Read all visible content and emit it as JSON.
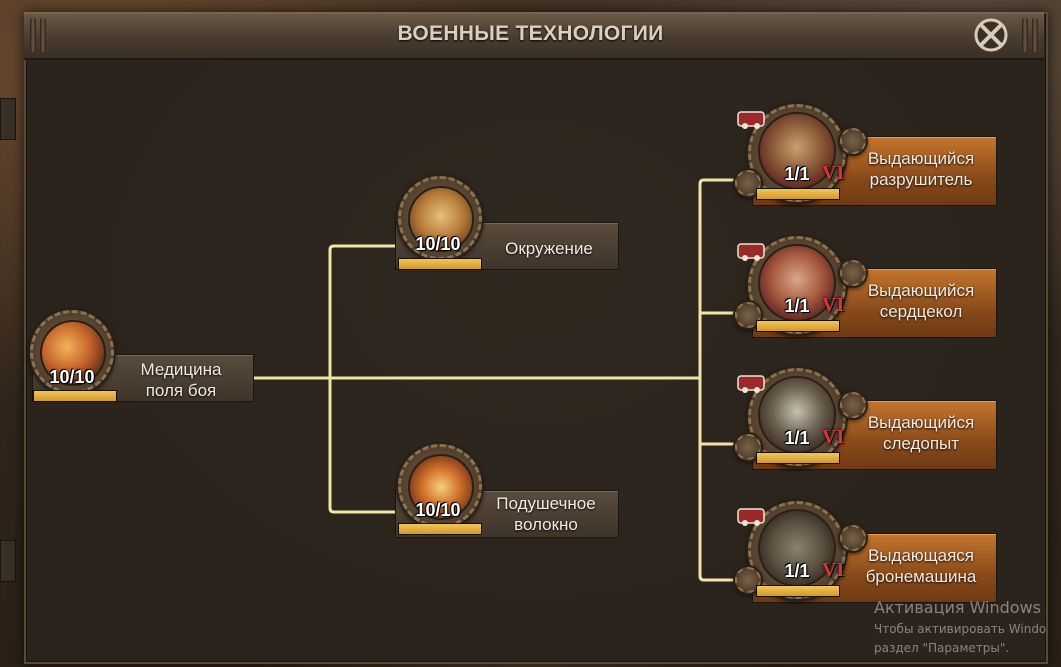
{
  "header": {
    "title": "ВОЕННЫЕ ТЕХНОЛОГИИ"
  },
  "colors": {
    "connector": "#f2e4a6",
    "progress_fill": "#e0ae3e",
    "rank_numeral": "#d8333a",
    "plate_gold": "#b0652a"
  },
  "tree": {
    "root": {
      "label": "Медицина поля боя",
      "line1": "Медицина",
      "line2": "поля боя",
      "level": "10/10",
      "progress_fraction": 1.0,
      "icon": "field-medicine-icon"
    },
    "middle": [
      {
        "label": "Окружение",
        "level": "10/10",
        "progress_fraction": 1.0,
        "icon": "encirclement-icon"
      },
      {
        "label": "Подушечное волокно",
        "line1": "Подушечное",
        "line2": "волокно",
        "level": "10/10",
        "progress_fraction": 1.0,
        "icon": "cushion-fiber-icon"
      }
    ],
    "right": [
      {
        "line1": "Выдающийся",
        "line2": "разрушитель",
        "level": "1/1",
        "rank": "VI",
        "progress_fraction": 1.0,
        "unit_icon": "cannon-icon"
      },
      {
        "line1": "Выдающийся",
        "line2": "сердцекол",
        "level": "1/1",
        "rank": "VI",
        "progress_fraction": 1.0,
        "unit_icon": "crossbow-icon"
      },
      {
        "line1": "Выдающийся",
        "line2": "следопыт",
        "level": "1/1",
        "rank": "VI",
        "progress_fraction": 1.0,
        "unit_icon": "motorcycle-icon"
      },
      {
        "line1": "Выдающаяся",
        "line2": "бронемашина",
        "level": "1/1",
        "rank": "VI",
        "progress_fraction": 1.0,
        "unit_icon": "armored-car-icon"
      }
    ]
  },
  "watermark": {
    "line1": "Активация Windows",
    "line2": "Чтобы активировать Windo",
    "line3": "раздел \"Параметры\"."
  }
}
